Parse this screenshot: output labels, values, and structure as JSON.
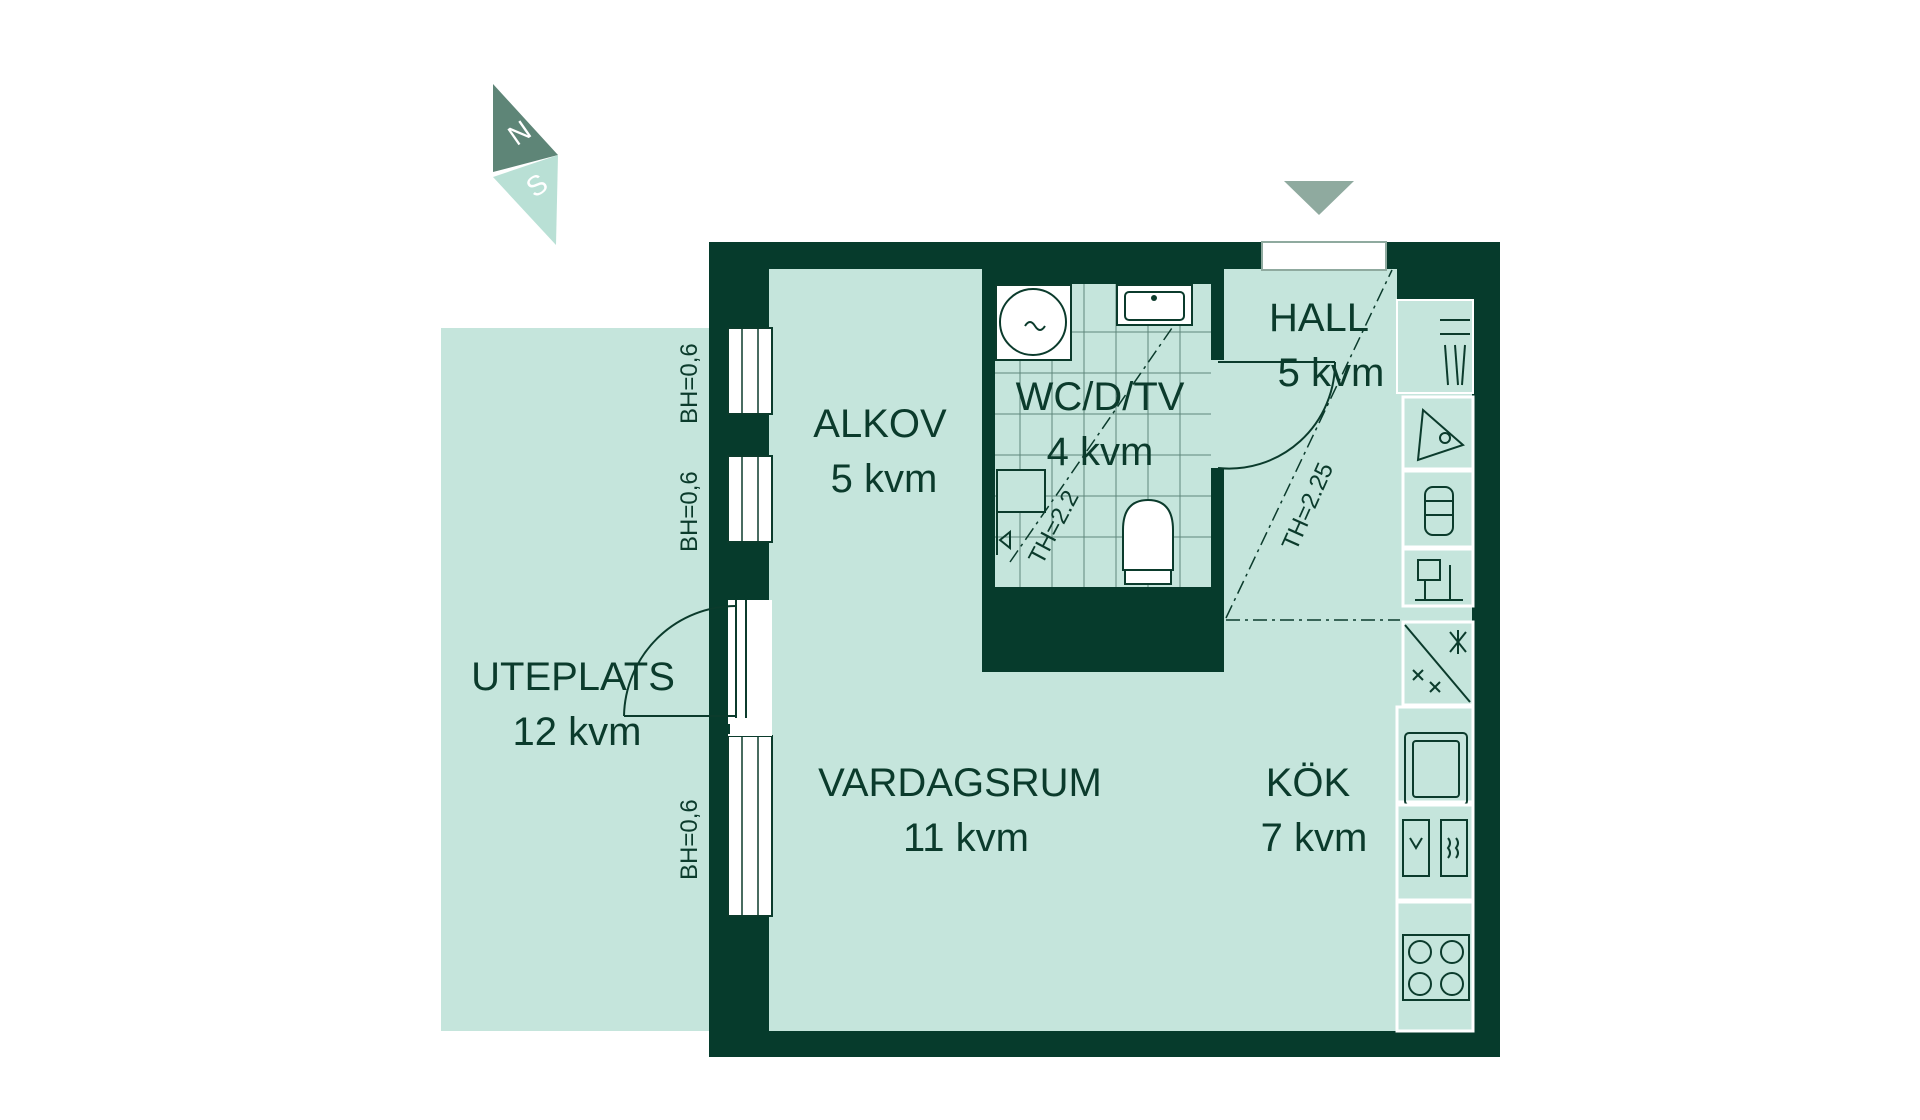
{
  "compass": {
    "north": "N",
    "south": "S"
  },
  "rooms": {
    "hall": {
      "name": "HALL",
      "area": "5 kvm"
    },
    "wc": {
      "name": "WC/D/TV",
      "area": "4 kvm"
    },
    "alkov": {
      "name": "ALKOV",
      "area": "5 kvm"
    },
    "uteplats": {
      "name": "UTEPLATS",
      "area": "12 kvm"
    },
    "vardagsrum": {
      "name": "VARDAGSRUM",
      "area": "11 kvm"
    },
    "kok": {
      "name": "KÖK",
      "area": "7 kvm"
    }
  },
  "annotations": {
    "bh1": "BH=0,6",
    "bh2": "BH=0,6",
    "bh3": "BH=0,6",
    "th_wc": "TH=2.2",
    "th_hall": "TH=2.25"
  },
  "colors": {
    "wall": "#063b2c",
    "floor": "#c5e5dc",
    "terrace": "#c5e5dc",
    "compass_north": "#5e8577",
    "compass_south": "#b9e0d5",
    "entrance_marker": "#8faa9f"
  }
}
